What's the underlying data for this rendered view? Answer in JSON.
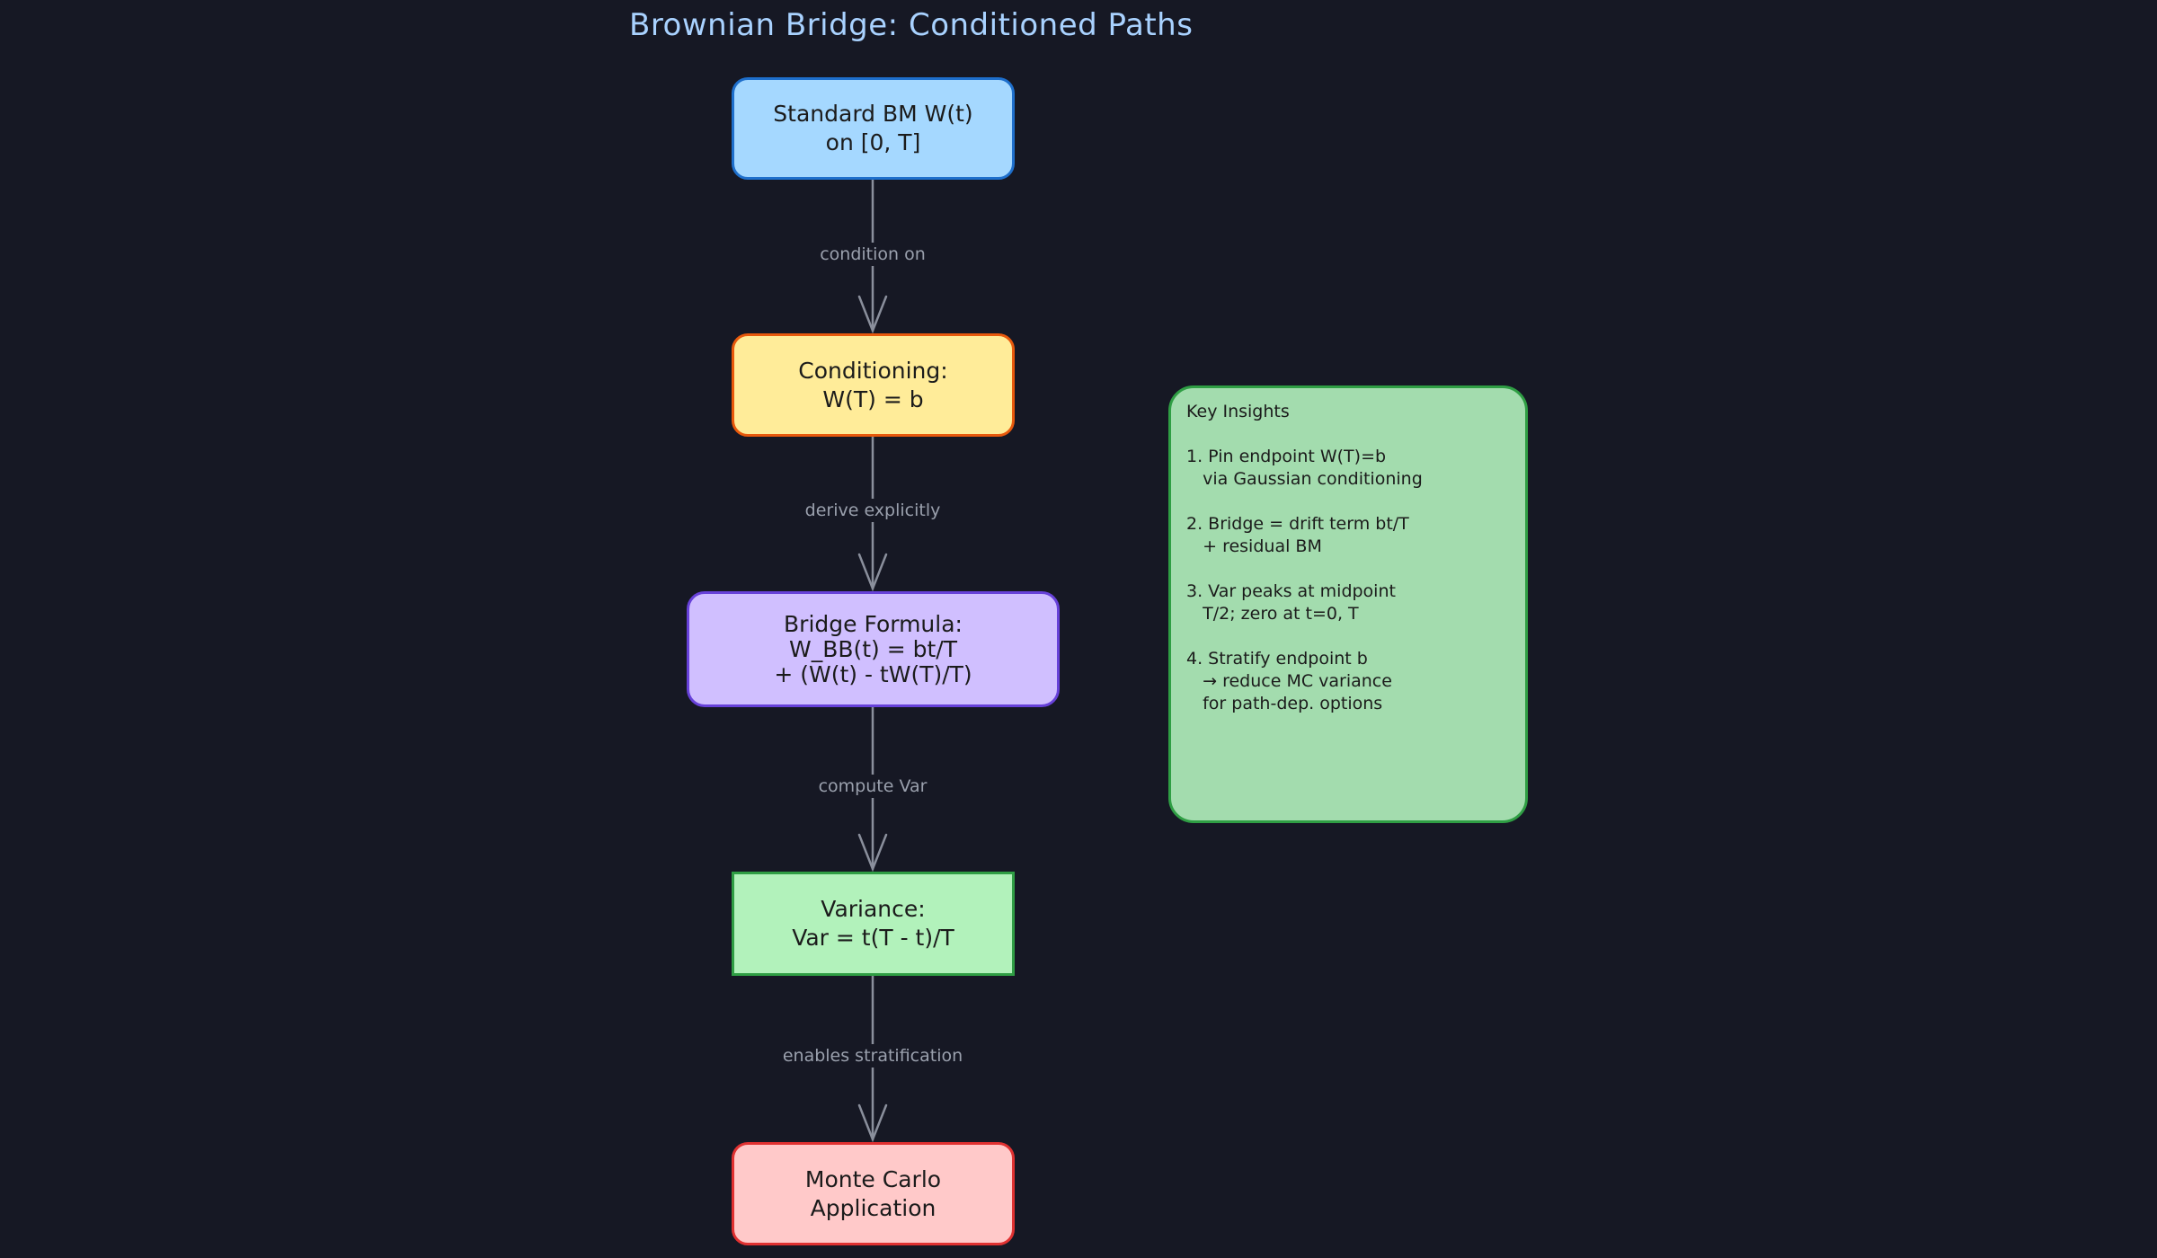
{
  "title": "Brownian Bridge: Conditioned Paths",
  "nodes": {
    "bm": {
      "lines": [
        "Standard BM W(t)",
        "on [0, T]"
      ]
    },
    "cond": {
      "lines": [
        "Conditioning:",
        "W(T) = b"
      ]
    },
    "formula": {
      "lines": [
        "Bridge Formula:",
        "W_BB(t) = bt/T",
        "+ (W(t) - tW(T)/T)"
      ]
    },
    "variance": {
      "lines": [
        "Variance:",
        "Var = t(T - t)/T"
      ]
    },
    "mc": {
      "lines": [
        "Monte Carlo",
        "Application"
      ]
    }
  },
  "edges": [
    {
      "label": "condition on"
    },
    {
      "label": "derive explicitly"
    },
    {
      "label": "compute Var"
    },
    {
      "label": "enables stratification"
    }
  ],
  "insights": {
    "heading": "Key Insights",
    "items": [
      [
        "1. Pin endpoint W(T)=b",
        "   via Gaussian conditioning"
      ],
      [
        "2. Bridge = drift term bt/T",
        "   + residual BM"
      ],
      [
        "3. Var peaks at midpoint",
        "   T/2; zero at t=0, T"
      ],
      [
        "4. Stratify endpoint b",
        "   → reduce MC variance",
        "   for path-dep. options"
      ]
    ]
  },
  "colors": {
    "background": "#161824",
    "title": "#a9d2ff",
    "edge": "#8a8f9c",
    "bm_fill": "#a5d8ff",
    "cond_fill": "#ffec99",
    "formula_fill": "#d0bfff",
    "variance_fill": "#b2f2bb",
    "mc_fill": "#ffc9c9",
    "insights_fill": "#a3dcae"
  }
}
